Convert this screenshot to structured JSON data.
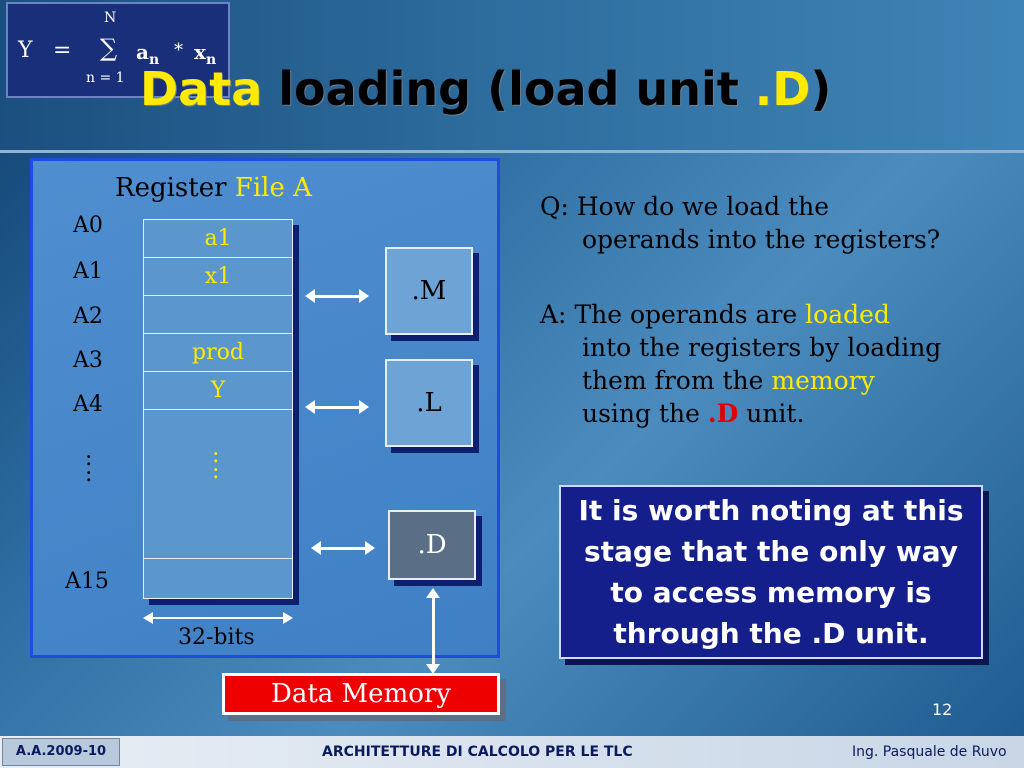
{
  "formula": {
    "lhs": "Y",
    "equals": "=",
    "sum_upper": "N",
    "sigma": "∑",
    "sum_lower": "n = 1",
    "term_a": "a",
    "term_a_sub": "n",
    "times": "*",
    "term_x": "x",
    "term_x_sub": "n"
  },
  "title": {
    "part1": "Data",
    "part2": " loading (load unit ",
    "part3": ".D",
    "part4": ")"
  },
  "register_file": {
    "label_prefix": "Register ",
    "label_highlight": "File A",
    "row_labels": [
      "A0",
      "A1",
      "A2",
      "A3",
      "A4",
      "A15"
    ],
    "cells": [
      "a1",
      "x1",
      "",
      "prod",
      "Y"
    ],
    "dots": ":",
    "inner_dots": "·\n·\n·",
    "width_label": "32-bits"
  },
  "units": {
    "m": ".M",
    "l": ".L",
    "d": ".D"
  },
  "data_memory": "Data Memory",
  "question": {
    "prefix": "Q:",
    "text_line1": "How do we load the",
    "text_line2": "operands into the registers?"
  },
  "answer": {
    "prefix": "A:",
    "l1a": "The operands are ",
    "l1b": "loaded",
    "l2": "into the registers by loading",
    "l3a": "them from the ",
    "l3b": "memory",
    "l4a": "using the ",
    "l4b": ".D",
    "l4c": " unit."
  },
  "note": "It is worth noting at this stage that the only way to access memory is through the .D unit.",
  "page_number": "12",
  "footer": {
    "left": "A.A.2009-10",
    "center": "ARCHITETTURE DI CALCOLO PER LE TLC",
    "right": "Ing. Pasquale de Ruvo"
  },
  "colors": {
    "highlight": "#ffea00",
    "accent_red": "#e00000",
    "panel_border": "#1f4be0",
    "note_bg": "#151f8c"
  }
}
